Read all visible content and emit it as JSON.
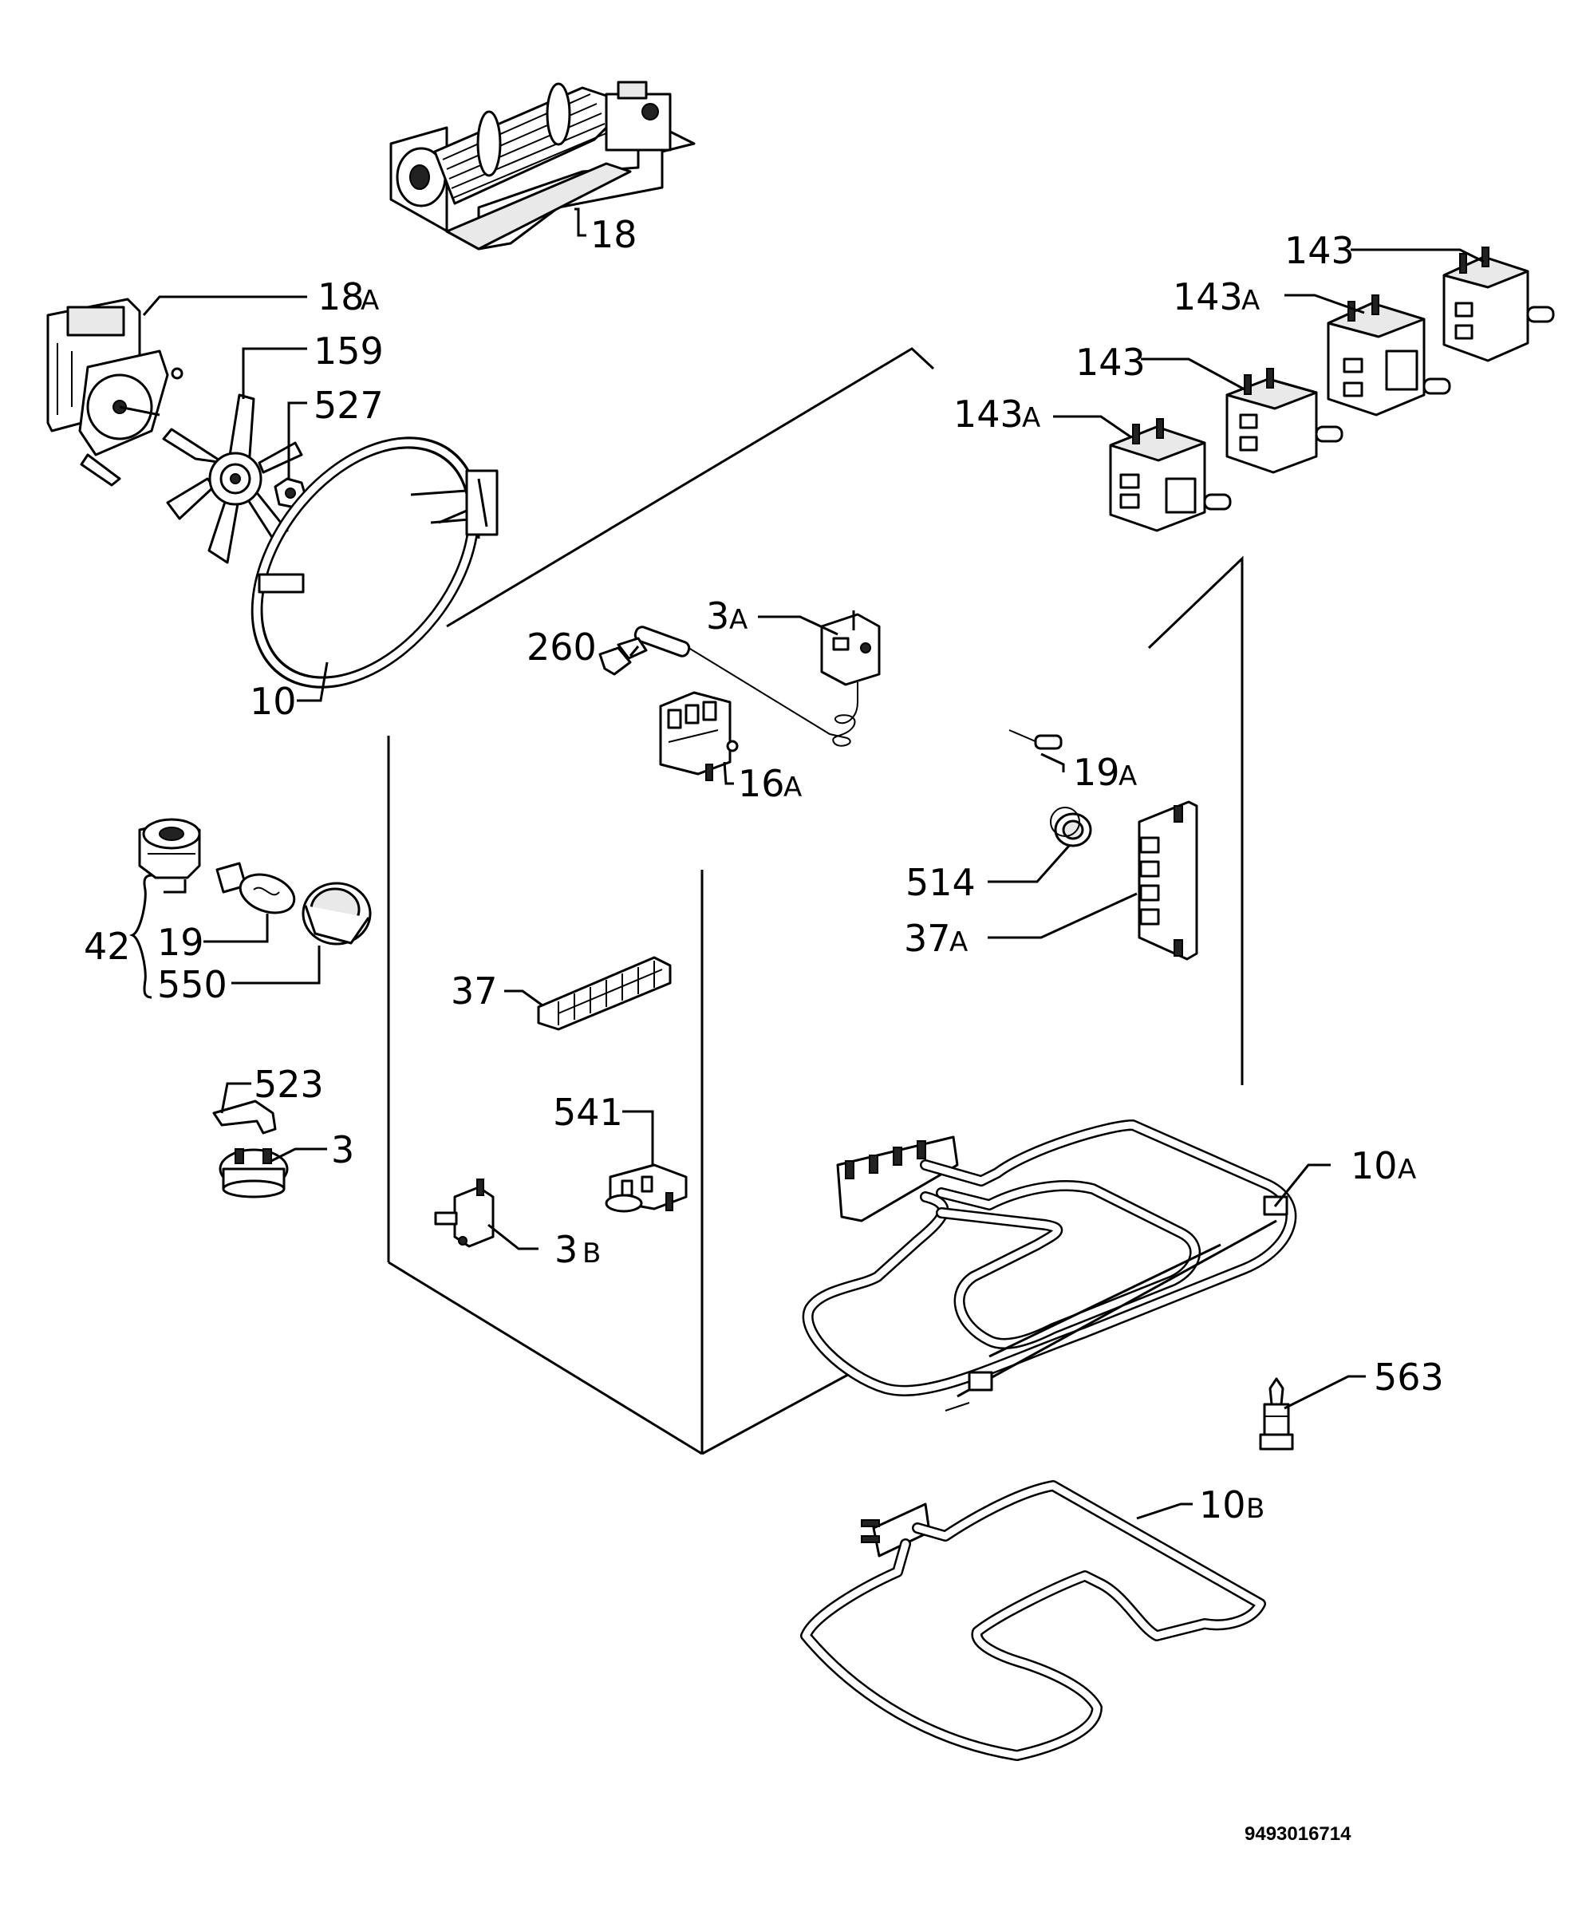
{
  "labels": {
    "l18": "18",
    "l18A": "18",
    "l159": "159",
    "l527": "527",
    "l10": "10",
    "l143a": "143",
    "l143A_a": "143",
    "l143b": "143",
    "l143A_b": "143",
    "l3A": "3",
    "l260": "260",
    "l16A": "16",
    "l19A": "19",
    "l514": "514",
    "l37A": "37",
    "l42": "42",
    "l19": "19",
    "l550": "550",
    "l37": "37",
    "l523": "523",
    "l3": "3",
    "l541": "541",
    "l3B": "3",
    "l10A": "10",
    "l563": "563",
    "l10B": "10"
  },
  "suffixes": {
    "s18A": "A",
    "s143A_a": "A",
    "s143A_b": "A",
    "s3A": "A",
    "s16A": "A",
    "s19A": "A",
    "s37A": "A",
    "s3B": "B",
    "s10A": "A",
    "s10B": "B"
  },
  "drawing_code": "9493016714"
}
